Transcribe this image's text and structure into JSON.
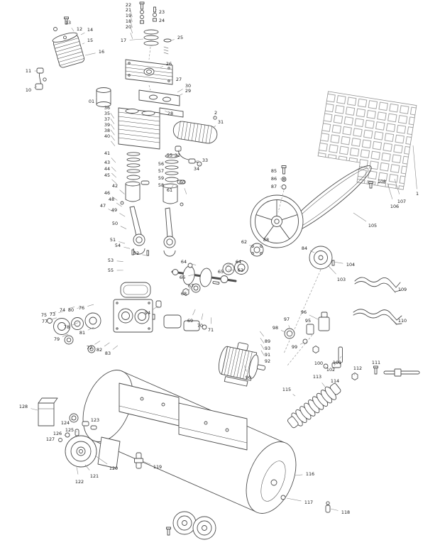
{
  "diagram": {
    "type": "exploded-parts-diagram",
    "subject": "air-compressor",
    "colors": {
      "background": "#ffffff",
      "line": "#4d4d4d",
      "label": "#1a1a1a",
      "leader": "#8a8a8a"
    },
    "callouts": [
      [
        "22",
        181,
        7
      ],
      [
        "21",
        181,
        14
      ],
      [
        "19",
        181,
        22
      ],
      [
        "18",
        181,
        30
      ],
      [
        "20",
        181,
        38
      ],
      [
        "23",
        228,
        17,
        221,
        14
      ],
      [
        "24",
        228,
        29,
        221,
        28
      ],
      [
        "13",
        96,
        32,
        104,
        44
      ],
      [
        "12",
        112,
        41,
        106,
        48
      ],
      [
        "14",
        127,
        42,
        114,
        49
      ],
      [
        "15",
        127,
        57,
        116,
        62
      ],
      [
        "16",
        143,
        73,
        120,
        78
      ],
      [
        "17",
        174,
        57,
        202,
        55
      ],
      [
        "25",
        254,
        53,
        241,
        57
      ],
      [
        "11",
        40,
        100,
        52,
        100
      ],
      [
        "10",
        40,
        127,
        52,
        122
      ],
      [
        "26",
        238,
        90,
        226,
        95
      ],
      [
        "27",
        252,
        112,
        243,
        108
      ],
      [
        "30",
        265,
        121,
        250,
        130
      ],
      [
        "29",
        265,
        128,
        250,
        136
      ],
      [
        "01",
        129,
        143,
        136,
        137
      ],
      [
        "28",
        240,
        160,
        236,
        158
      ],
      [
        "36",
        151,
        152
      ],
      [
        "35",
        151,
        160
      ],
      [
        "37",
        151,
        168
      ],
      [
        "39",
        151,
        176
      ],
      [
        "38",
        151,
        184
      ],
      [
        "40",
        151,
        192
      ],
      [
        "2",
        304,
        159,
        303,
        163
      ],
      [
        "31",
        311,
        172,
        300,
        180
      ],
      [
        "32",
        250,
        219,
        252,
        212
      ],
      [
        "33",
        289,
        226,
        276,
        227
      ],
      [
        "34",
        277,
        238,
        281,
        232
      ],
      [
        "41",
        151,
        216
      ],
      [
        "43",
        151,
        229
      ],
      [
        "44",
        151,
        238
      ],
      [
        "45",
        151,
        247
      ],
      [
        "42",
        162,
        262
      ],
      [
        "46",
        151,
        272
      ],
      [
        "48",
        157,
        281
      ],
      [
        "47",
        145,
        290
      ],
      [
        "49",
        161,
        296
      ],
      [
        "55",
        239,
        219,
        245,
        222
      ],
      [
        "56",
        227,
        231,
        236,
        230
      ],
      [
        "57",
        227,
        241,
        236,
        240
      ],
      [
        "59",
        227,
        251,
        236,
        250
      ],
      [
        "58",
        227,
        261,
        236,
        260
      ],
      [
        "60",
        257,
        257
      ],
      [
        "61",
        239,
        268,
        242,
        264
      ],
      [
        "50",
        162,
        315
      ],
      [
        "51",
        159,
        338
      ],
      [
        "54",
        166,
        346
      ],
      [
        "52",
        192,
        357
      ],
      [
        "53",
        156,
        367
      ],
      [
        "55",
        156,
        381
      ],
      [
        "64",
        259,
        369
      ],
      [
        "66",
        257,
        391
      ],
      [
        "67",
        269,
        403,
        264,
        409
      ],
      [
        "68",
        259,
        414
      ],
      [
        "65",
        311,
        383,
        317,
        380
      ],
      [
        "63",
        339,
        381
      ],
      [
        "64",
        336,
        369
      ],
      [
        "62",
        344,
        341,
        356,
        348
      ],
      [
        "88",
        375,
        338,
        366,
        347
      ],
      [
        "85",
        386,
        241,
        395,
        243
      ],
      [
        "86",
        386,
        252,
        396,
        252
      ],
      [
        "87",
        386,
        263,
        396,
        263
      ],
      [
        "84",
        429,
        350,
        443,
        356
      ],
      [
        "103",
        481,
        394,
        462,
        374
      ],
      [
        "104",
        494,
        373,
        470,
        369
      ],
      [
        "105",
        525,
        318,
        498,
        300
      ],
      [
        "106",
        556,
        291,
        546,
        258
      ],
      [
        "107",
        566,
        284,
        556,
        252
      ],
      [
        "108",
        538,
        256,
        527,
        261
      ],
      [
        "1",
        588,
        273,
        582,
        205
      ],
      [
        "109",
        567,
        408,
        556,
        406
      ],
      [
        "110",
        567,
        452,
        556,
        456
      ],
      [
        "95",
        434,
        452,
        438,
        460
      ],
      [
        "96",
        428,
        440,
        448,
        450
      ],
      [
        "97",
        404,
        450,
        408,
        462
      ],
      [
        "98",
        388,
        462,
        402,
        468
      ],
      [
        "99",
        415,
        489,
        428,
        483
      ],
      [
        "100",
        449,
        512,
        458,
        516
      ],
      [
        "101",
        475,
        511,
        479,
        505
      ],
      [
        "102",
        466,
        521,
        471,
        515
      ],
      [
        "111",
        530,
        511,
        529,
        517
      ],
      [
        "112",
        504,
        519,
        500,
        527
      ],
      [
        "113",
        447,
        531,
        458,
        545
      ],
      [
        "114",
        472,
        537,
        477,
        545
      ],
      [
        "115",
        404,
        549,
        416,
        558
      ],
      [
        "89",
        377,
        481
      ],
      [
        "93",
        377,
        491
      ],
      [
        "91",
        377,
        500
      ],
      [
        "92",
        377,
        509
      ],
      [
        "90",
        350,
        532
      ],
      [
        "94",
        208,
        441
      ],
      [
        "69",
        268,
        452
      ],
      [
        "70",
        282,
        459
      ],
      [
        "71",
        297,
        465
      ],
      [
        "76",
        115,
        434
      ],
      [
        "74",
        88,
        437
      ],
      [
        "80",
        100,
        437
      ],
      [
        "75",
        62,
        444
      ],
      [
        "73",
        74,
        443
      ],
      [
        "77",
        63,
        453
      ],
      [
        "78",
        94,
        461
      ],
      [
        "81",
        116,
        469
      ],
      [
        "79",
        80,
        478
      ],
      [
        "72",
        126,
        490
      ],
      [
        "82",
        140,
        493
      ],
      [
        "83",
        152,
        498
      ],
      [
        "128",
        33,
        573,
        53,
        578
      ],
      [
        "123",
        134,
        592,
        130,
        599
      ],
      [
        "124",
        92,
        596,
        100,
        592
      ],
      [
        "125",
        98,
        606,
        106,
        608
      ],
      [
        "126",
        81,
        611,
        90,
        613
      ],
      [
        "127",
        71,
        619,
        83,
        620
      ],
      [
        "119",
        222,
        658,
        201,
        650
      ],
      [
        "120",
        160,
        660,
        134,
        642
      ],
      [
        "121",
        133,
        671,
        120,
        655
      ],
      [
        "122",
        112,
        679,
        108,
        658
      ],
      [
        "116",
        437,
        668,
        415,
        670
      ],
      [
        "117",
        435,
        708,
        404,
        702
      ],
      [
        "118",
        487,
        722,
        466,
        717
      ]
    ]
  }
}
